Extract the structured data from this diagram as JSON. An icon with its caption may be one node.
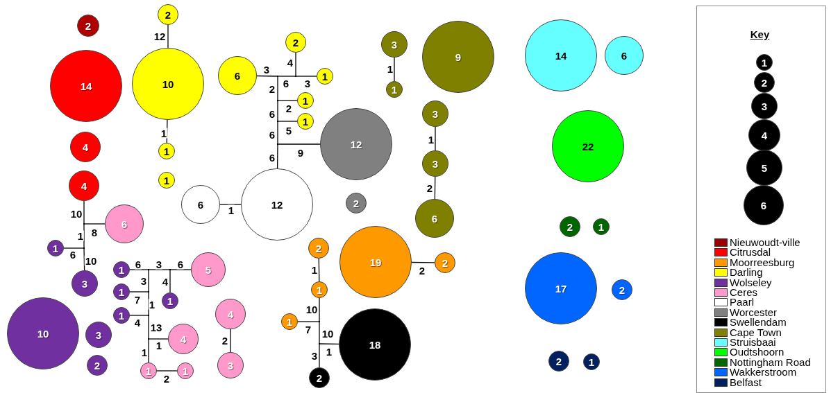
{
  "diagram": {
    "nodes": [
      {
        "text": [
          "2"
        ]
      },
      {
        "text": [
          "14"
        ]
      },
      {
        "text": [
          "2"
        ]
      },
      {
        "text": [
          "10"
        ]
      },
      {
        "text": [
          "1"
        ]
      },
      {
        "text": [
          "1"
        ]
      },
      {
        "text": [
          "4"
        ]
      },
      {
        "text": [
          "4"
        ]
      },
      {
        "text": [
          "2"
        ]
      },
      {
        "text": [
          "6"
        ]
      },
      {
        "text": [
          "1"
        ]
      },
      {
        "text": [
          "1"
        ]
      },
      {
        "text": [
          "1"
        ]
      },
      {
        "text": [
          "12"
        ]
      },
      {
        "text": [
          "3"
        ]
      },
      {
        "text": [
          "1"
        ]
      },
      {
        "text": [
          "9"
        ]
      },
      {
        "text": [
          "3"
        ]
      },
      {
        "text": [
          "3"
        ]
      },
      {
        "text": [
          "6"
        ]
      },
      {
        "text": [
          "14"
        ]
      },
      {
        "text": [
          "6"
        ]
      },
      {
        "text": [
          "22"
        ]
      },
      {
        "text": [
          "6"
        ]
      },
      {
        "text": [
          "12"
        ]
      },
      {
        "text": [
          "2"
        ]
      },
      {
        "text": [
          "6"
        ]
      },
      {
        "text": [
          "1"
        ]
      },
      {
        "text": [
          "3"
        ]
      },
      {
        "text": [
          "10"
        ]
      },
      {
        "text": [
          "3"
        ]
      },
      {
        "text": [
          "2"
        ]
      },
      {
        "text": [
          "1"
        ]
      },
      {
        "text": [
          "5"
        ]
      },
      {
        "text": [
          "1"
        ]
      },
      {
        "text": [
          "1"
        ]
      },
      {
        "text": [
          "1"
        ]
      },
      {
        "text": [
          "4"
        ]
      },
      {
        "text": [
          "4"
        ]
      },
      {
        "text": [
          "3"
        ]
      },
      {
        "text": [
          "1"
        ]
      },
      {
        "text": [
          "1"
        ]
      },
      {
        "text": [
          "2"
        ]
      },
      {
        "text": [
          "19"
        ]
      },
      {
        "text": [
          "2"
        ]
      },
      {
        "text": [
          "1"
        ]
      },
      {
        "text": [
          "1"
        ]
      },
      {
        "text": [
          "18"
        ]
      },
      {
        "text": [
          "2"
        ]
      },
      {
        "text": [
          "2"
        ]
      },
      {
        "text": [
          "1"
        ]
      },
      {
        "text": [
          "17"
        ]
      },
      {
        "text": [
          "2"
        ]
      },
      {
        "text": [
          "2"
        ]
      },
      {
        "text": [
          "1"
        ]
      },
      {
        "text": [
          "Key"
        ]
      },
      {
        "text": [
          "1"
        ],
        "in": 55
      },
      {
        "text": [
          "2"
        ],
        "in": 55
      },
      {
        "text": [
          "3"
        ],
        "in": 55
      },
      {
        "text": [
          "4"
        ],
        "in": 55
      },
      {
        "text": [
          "5"
        ],
        "in": 55
      },
      {
        "text": [
          "6"
        ],
        "in": 55
      },
      {
        "text": [],
        "shape": "point"
      },
      {
        "text": [],
        "shape": "point"
      },
      {
        "text": [],
        "shape": "point"
      },
      {
        "text": [],
        "shape": "point"
      },
      {
        "text": [],
        "shape": "point"
      },
      {
        "text": [],
        "shape": "point"
      },
      {
        "text": [],
        "shape": "point"
      },
      {
        "text": [],
        "shape": "point"
      },
      {
        "text": [],
        "shape": "point"
      },
      {
        "text": [],
        "shape": "point"
      },
      {
        "text": [],
        "shape": "point"
      },
      {
        "text": [],
        "shape": "point"
      },
      {
        "text": [],
        "shape": "point"
      },
      {
        "text": [],
        "shape": "point"
      }
    ],
    "edges": [
      {
        "from": 2,
        "to": 3,
        "arrow": "none",
        "label": "12"
      },
      {
        "from": 3,
        "to": 4,
        "arrow": "none",
        "label": "1"
      },
      {
        "from": 9,
        "to": 62,
        "arrow": "none",
        "label": "3"
      },
      {
        "from": 62,
        "to": 63,
        "arrow": "none",
        "label": "6"
      },
      {
        "from": 8,
        "to": 63,
        "arrow": "none",
        "label": "4"
      },
      {
        "from": 63,
        "to": 10,
        "arrow": "none",
        "label": "3"
      },
      {
        "from": 62,
        "to": 64,
        "arrow": "none",
        "label": "2"
      },
      {
        "from": 64,
        "to": 11,
        "arrow": "none",
        "label": "2"
      },
      {
        "from": 64,
        "to": 65,
        "arrow": "none",
        "label": "6"
      },
      {
        "from": 65,
        "to": 12,
        "arrow": "none",
        "label": "5"
      },
      {
        "from": 65,
        "to": 66,
        "arrow": "none",
        "label": "6"
      },
      {
        "from": 66,
        "to": 13,
        "arrow": "none",
        "label": "9"
      },
      {
        "from": 66,
        "to": 24,
        "arrow": "none",
        "label": "6"
      },
      {
        "from": 14,
        "to": 15,
        "arrow": "none",
        "label": "1"
      },
      {
        "from": 17,
        "to": 18,
        "arrow": "none",
        "label": "1"
      },
      {
        "from": 18,
        "to": 19,
        "arrow": "none",
        "label": "2"
      },
      {
        "from": 23,
        "to": 24,
        "arrow": "none",
        "label": "1"
      },
      {
        "from": 7,
        "to": 67,
        "arrow": "none",
        "label": "10"
      },
      {
        "from": 67,
        "to": 26,
        "arrow": "none",
        "label": "8"
      },
      {
        "from": 67,
        "to": 68,
        "arrow": "none",
        "label": "1"
      },
      {
        "from": 68,
        "to": 27,
        "arrow": "none",
        "label": "6"
      },
      {
        "from": 68,
        "to": 28,
        "arrow": "none",
        "label": "10"
      },
      {
        "from": 32,
        "to": 69,
        "arrow": "none",
        "label": "6"
      },
      {
        "from": 69,
        "to": 70,
        "arrow": "none",
        "label": "3"
      },
      {
        "from": 70,
        "to": 33,
        "arrow": "none",
        "label": "6"
      },
      {
        "from": 35,
        "to": 70,
        "arrow": "none",
        "label": "4"
      },
      {
        "from": 69,
        "to": 71,
        "arrow": "none",
        "label": "3"
      },
      {
        "from": 71,
        "to": 34,
        "arrow": "none",
        "label": "7"
      },
      {
        "from": 71,
        "to": 72,
        "arrow": "none",
        "label": "1"
      },
      {
        "from": 72,
        "to": 36,
        "arrow": "none",
        "label": "4"
      },
      {
        "from": 72,
        "to": 73,
        "arrow": "none",
        "label": "13"
      },
      {
        "from": 73,
        "to": 38,
        "arrow": "none",
        "label": "1"
      },
      {
        "from": 73,
        "to": 40,
        "arrow": "none",
        "label": "1"
      },
      {
        "from": 40,
        "to": 41,
        "arrow": "none",
        "label": "2"
      },
      {
        "from": 37,
        "to": 39,
        "arrow": "none",
        "label": "2"
      },
      {
        "from": 42,
        "to": 45,
        "arrow": "none",
        "label": "1"
      },
      {
        "from": 45,
        "to": 74,
        "arrow": "none",
        "label": "10"
      },
      {
        "from": 74,
        "to": 46,
        "arrow": "none",
        "label": "7"
      },
      {
        "from": 74,
        "to": 75,
        "arrow": "none",
        "label": "10"
      },
      {
        "from": 75,
        "to": 47,
        "arrow": "none",
        "label": "1"
      },
      {
        "from": 75,
        "to": 48,
        "arrow": "none",
        "label": "3"
      },
      {
        "from": 43,
        "to": 44,
        "arrow": "none",
        "label": "2"
      }
    ],
    "legend": [
      {
        "text": "Nieuwoudt-ville",
        "color": "#990000"
      },
      {
        "text": "Citrusdal",
        "color": "#ff0000"
      },
      {
        "text": "Moorreesburg",
        "color": "#ff9900"
      },
      {
        "text": "Darling",
        "color": "#ffff00"
      },
      {
        "text": "Wolseley",
        "color": "#7030a0"
      },
      {
        "text": "Ceres",
        "color": "#ff99cc"
      },
      {
        "text": "Paarl",
        "color": "#ffffff"
      },
      {
        "text": "Worcester",
        "color": "#808080"
      },
      {
        "text": "Swellendam",
        "color": "#000000"
      },
      {
        "text": "Cape Town",
        "color": "#808000"
      },
      {
        "text": "Struisbaai",
        "color": "#66ffff"
      },
      {
        "text": "Oudtshoorn",
        "color": "#00ff00"
      },
      {
        "text": "Nottingham Road",
        "color": "#006600"
      },
      {
        "text": "Wakkerstroom",
        "color": "#0066ff"
      },
      {
        "text": "Belfast",
        "color": "#002060"
      }
    ]
  }
}
